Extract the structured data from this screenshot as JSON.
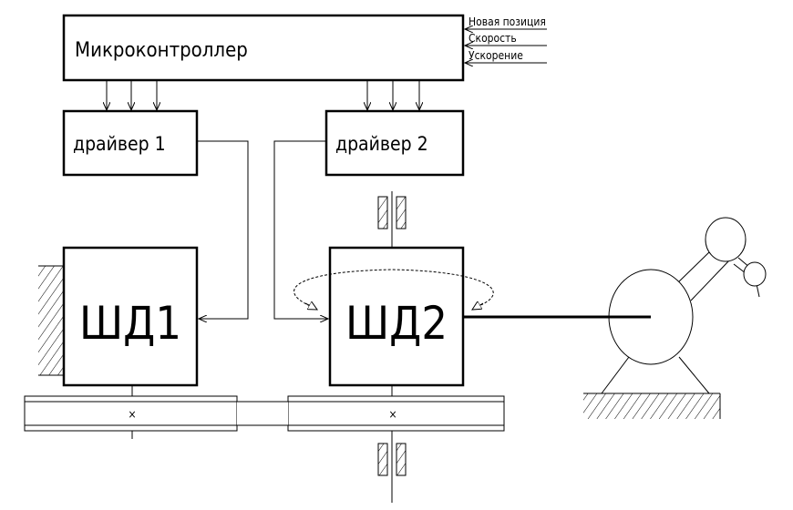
{
  "controller": {
    "label": "Микроконтроллер"
  },
  "inputs": [
    "Новая позиция",
    "Скорость",
    "Ускорение"
  ],
  "drivers": [
    {
      "label": "драйвер 1"
    },
    {
      "label": "драйвер 2"
    }
  ],
  "motors": [
    {
      "label": "ШД1"
    },
    {
      "label": "ШД2"
    }
  ],
  "belt": {
    "center_marks": [
      "×",
      "×"
    ]
  }
}
